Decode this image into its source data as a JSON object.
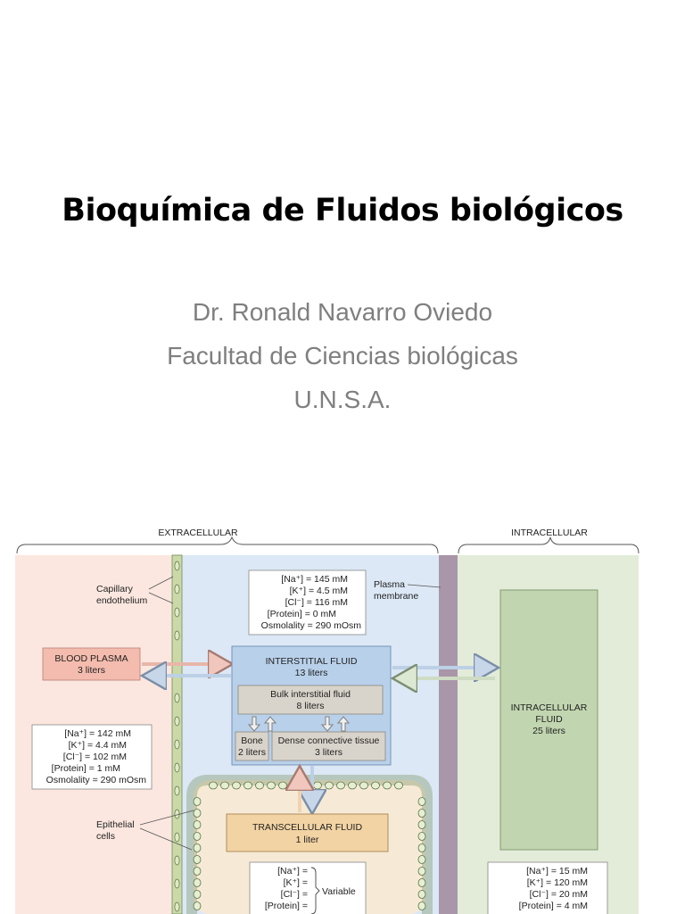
{
  "slide": {
    "title": "Bioquímica de Fluidos biológicos",
    "subtitle_lines": [
      "Dr. Ronald Navarro Oviedo",
      "Facultad de Ciencias biológicas",
      "U.N.S.A."
    ]
  },
  "figure": {
    "headers": {
      "extracellular": "EXTRACELLULAR",
      "intracellular": "INTRACELLULAR"
    },
    "labels": {
      "capillary_1": "Capillary",
      "capillary_2": "endothelium",
      "plasma_1": "Plasma",
      "plasma_2": "membrane",
      "epithelial_1": "Epithelial",
      "epithelial_2": "cells"
    },
    "compartments": {
      "blood_plasma": {
        "name": "BLOOD PLASMA",
        "volume": "3 liters"
      },
      "interstitial": {
        "name": "INTERSTITIAL FLUID",
        "volume": "13 liters"
      },
      "bulk": {
        "name": "Bulk interstitial fluid",
        "volume": "8 liters"
      },
      "bone": {
        "name": "Bone",
        "volume": "2 liters"
      },
      "dense": {
        "name": "Dense connective tissue",
        "volume": "3 liters"
      },
      "transcellular": {
        "name": "TRANSCELLULAR FLUID",
        "volume": "1 liter"
      },
      "intracellular": {
        "name_1": "INTRACELLULAR",
        "name_2": "FLUID",
        "volume": "25 liters"
      }
    },
    "composition": {
      "interstitial": {
        "na": "[Na⁺] = 145 mM",
        "k": "[K⁺] = 4.5 mM",
        "cl": "[Cl⁻] = 116 mM",
        "protein": "[Protein] = 0 mM",
        "osm": "Osmolality = 290 mOsm"
      },
      "plasma": {
        "na": "[Na⁺] = 142 mM",
        "k": "[K⁺] = 4.4 mM",
        "cl": "[Cl⁻] = 102 mM",
        "protein": "[Protein] = 1 mM",
        "osm": "Osmolality = 290 mOsm"
      },
      "transcellular": {
        "na": "[Na⁺] =",
        "k": "[K⁺] =",
        "cl": "[Cl⁻] =",
        "protein": "[Protein] =",
        "variable": "Variable"
      },
      "intracellular": {
        "na": "[Na⁺] = 15 mM",
        "k": "[K⁺] = 120 mM",
        "cl": "[Cl⁻] = 20 mM",
        "protein": "[Protein] = 4 mM"
      }
    },
    "colors": {
      "extracellular_bg": "#fbe7df",
      "interstitial_bg": "#dce8f5",
      "intracellular_bg": "#e3ecd9",
      "blood_plasma_box": "#f4bcae",
      "interstitial_box": "#b8d0ea",
      "intracellular_box": "#c1d6b0",
      "transcellular_box": "#f2d3a3",
      "transcellular_bg": "#f6ead6"
    }
  }
}
